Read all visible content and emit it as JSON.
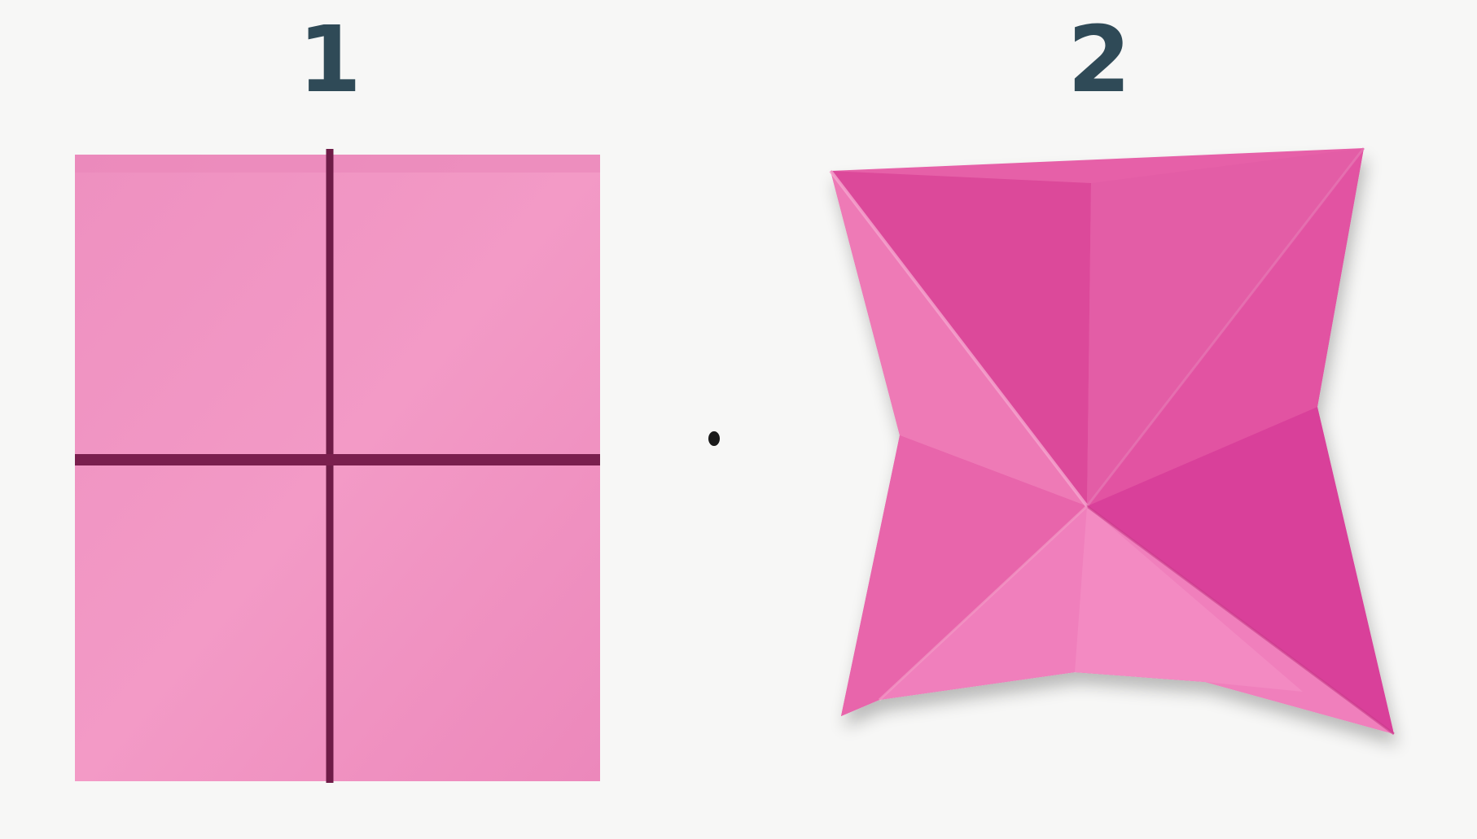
{
  "steps": [
    {
      "number": "1"
    },
    {
      "number": "2"
    }
  ],
  "colors": {
    "background": "#f7f7f6",
    "number_text": "#2f4a57",
    "paper_pink": "#ef8fbf",
    "paper_pink_light": "#f39cc8",
    "crease_line": "#7a1f4e",
    "folded_dark": "#dc4a9a",
    "folded_mid": "#e866ad",
    "folded_light": "#f07fbc"
  },
  "icons": {
    "step1": "flat-square-paper-with-crease-cross",
    "step2": "folded-waterbomb-base",
    "stray_mark": "small-dot"
  }
}
